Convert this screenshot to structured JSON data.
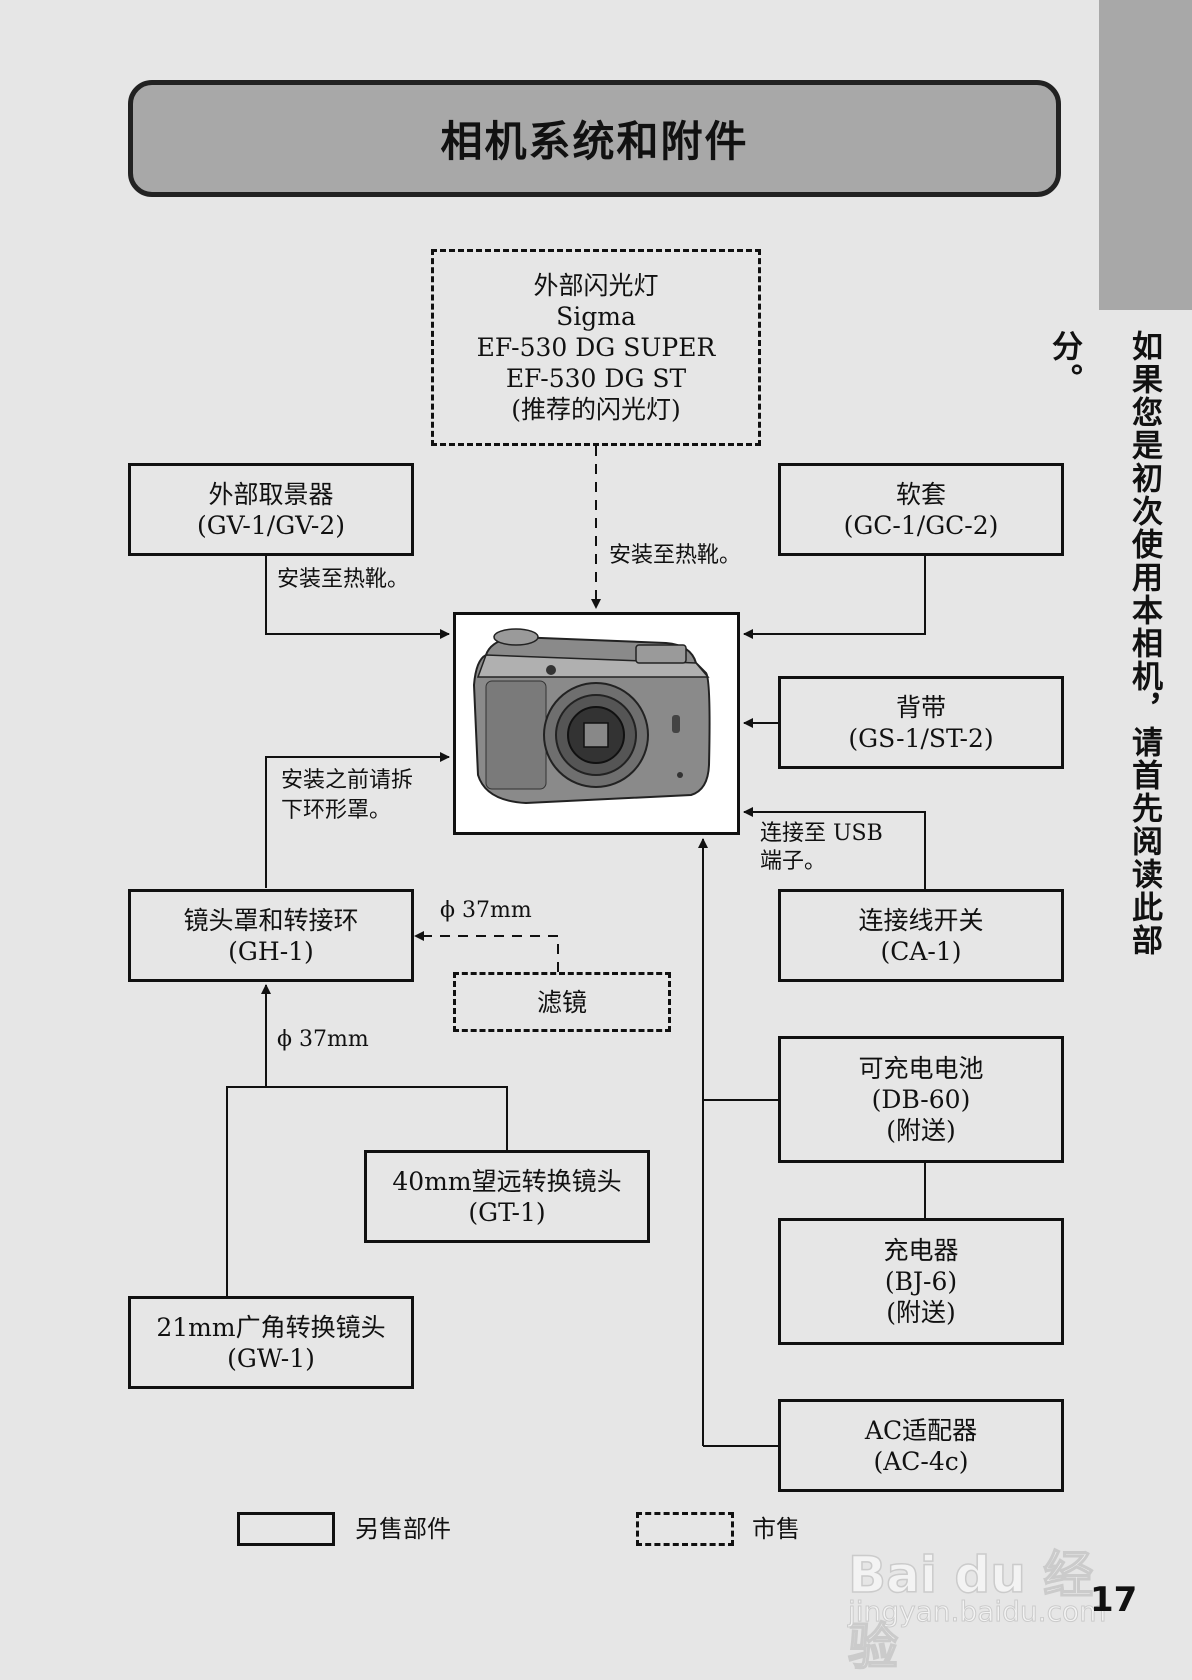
{
  "title": "相机系统和附件",
  "side_note": "如果您是初次使用本相机，请首先阅读此部分。",
  "page_number": "17",
  "watermark": {
    "main": "Bai du 经验",
    "sub": "jingyan.baidu.com"
  },
  "boxes": {
    "flash": {
      "line1": "外部闪光灯",
      "line2": "Sigma",
      "line3": "EF-530 DG SUPER",
      "line4": "EF-530 DG ST",
      "line5": "(推荐的闪光灯)"
    },
    "viewfinder": {
      "line1": "外部取景器",
      "line2": "(GV-1/GV-2)"
    },
    "soft_case": {
      "line1": "软套",
      "line2": "(GC-1/GC-2)"
    },
    "strap": {
      "line1": "背带",
      "line2": "(GS-1/ST-2)"
    },
    "hood_adapter": {
      "line1": "镜头罩和转接环",
      "line2": "(GH-1)"
    },
    "cable_switch": {
      "line1": "连接线开关",
      "line2": "(CA-1)"
    },
    "filter": {
      "line1": "滤镜"
    },
    "battery": {
      "line1": "可充电电池",
      "line2": "(DB-60)",
      "line3": "(附送)"
    },
    "tele_conv": {
      "line1": "40mm望远转换镜头",
      "line2": "(GT-1)"
    },
    "charger": {
      "line1": "充电器",
      "line2": "(BJ-6)",
      "line3": "(附送)"
    },
    "wide_conv": {
      "line1": "21mm广角转换镜头",
      "line2": "(GW-1)"
    },
    "ac_adapter": {
      "line1": "AC适配器",
      "line2": "(AC-4c)"
    }
  },
  "labels": {
    "hotshoe_left": "安装至热靴。",
    "hotshoe_top": "安装至热靴。",
    "remove_ring_1": "安装之前请拆",
    "remove_ring_2": "下环形罩。",
    "usb_1": "连接至 USB",
    "usb_2": "端子。",
    "filter_dia": "ϕ 37mm",
    "conv_dia": "ϕ 37mm"
  },
  "legend": {
    "sold_separately": "另售部件",
    "commercial": "市售"
  }
}
